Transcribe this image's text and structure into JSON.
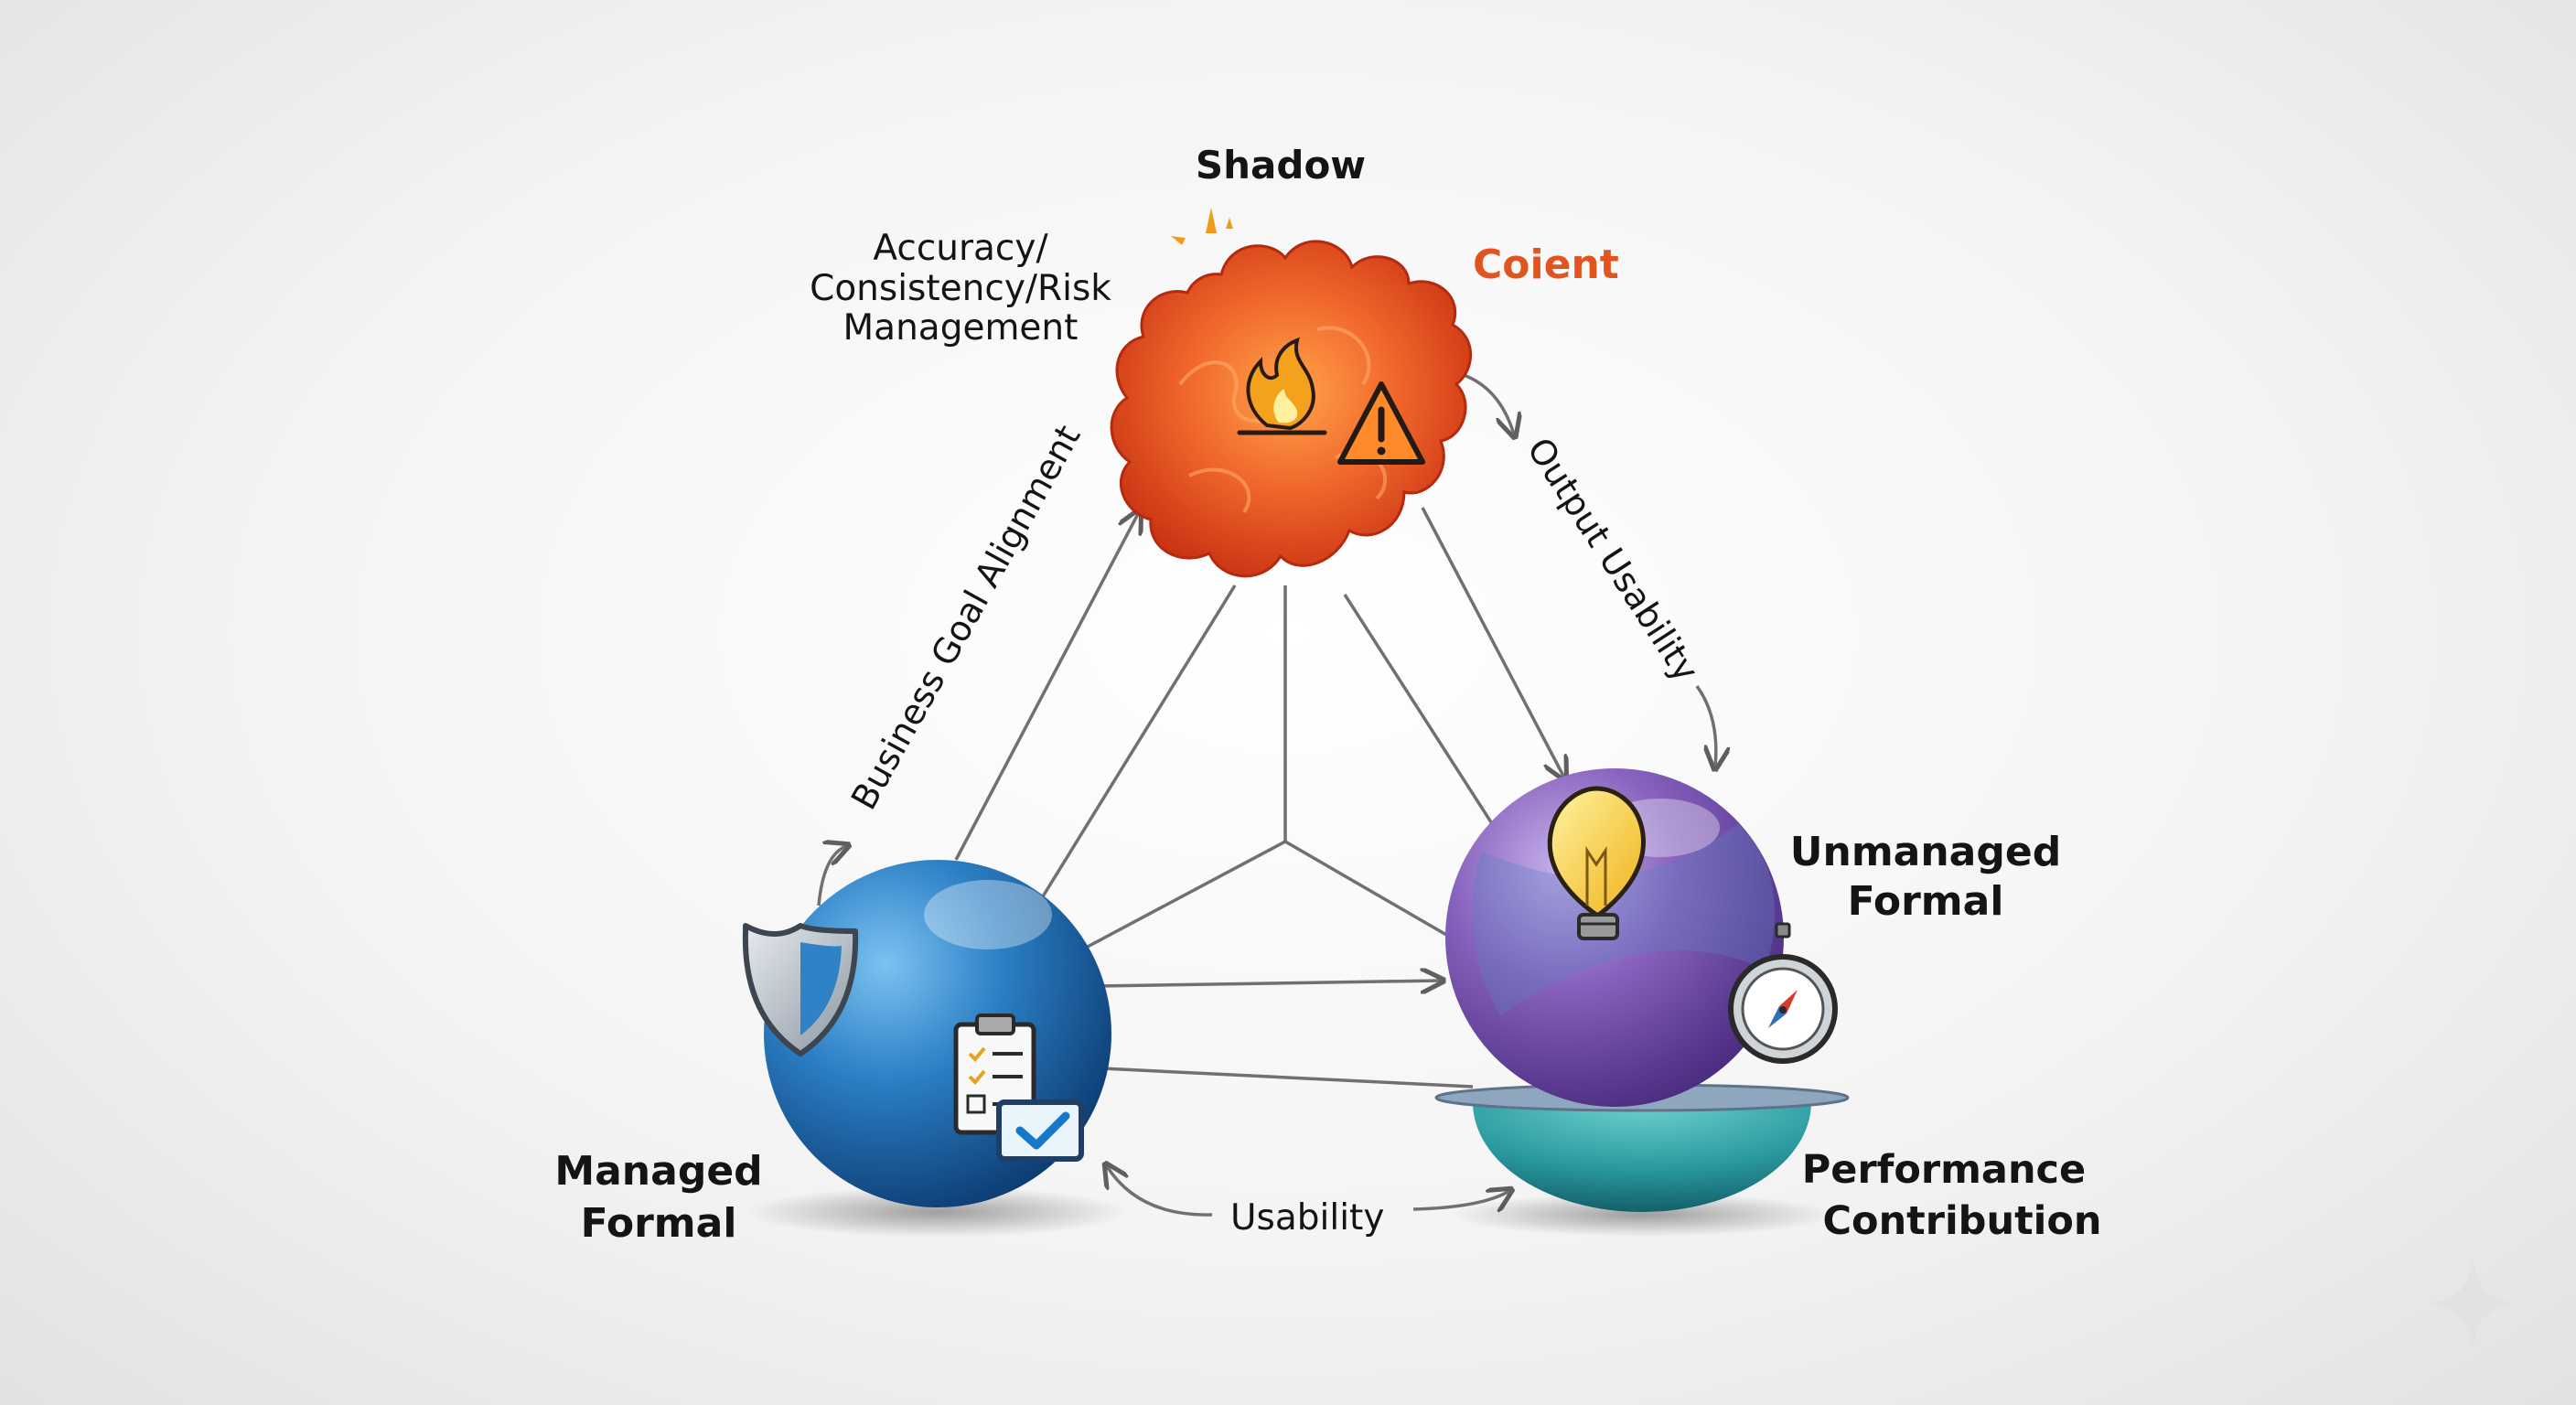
{
  "nodes": {
    "shadow": {
      "title": "Shadow",
      "brand": "Coient"
    },
    "managed": {
      "title_line1": "Managed",
      "title_line2": "Formal"
    },
    "unmanaged": {
      "title_line1": "Unmanaged",
      "title_line2": "Formal"
    },
    "performance": {
      "title_line1": "Performance",
      "title_line2": "Contribution"
    }
  },
  "edges": {
    "risk_line1": "Accuracy/",
    "risk_line2": "Consistency/Risk",
    "risk_line3": "Management",
    "business_goal": "Business Goal Alignment",
    "output_usability": "Output Usability",
    "usability": "Usability"
  },
  "icons": [
    "fire-icon",
    "warning-icon",
    "shield-icon",
    "clipboard-checklist-icon",
    "checkbox-icon",
    "lightbulb-icon",
    "compass-icon",
    "sparkle-icon"
  ],
  "colors": {
    "shadow": "#e8471e",
    "managed": "#1f6fb8",
    "unmanaged": "#7b57b0",
    "performance": "#2a9aa0",
    "brand": "#e2541f",
    "lines": "#6b6b6b"
  }
}
